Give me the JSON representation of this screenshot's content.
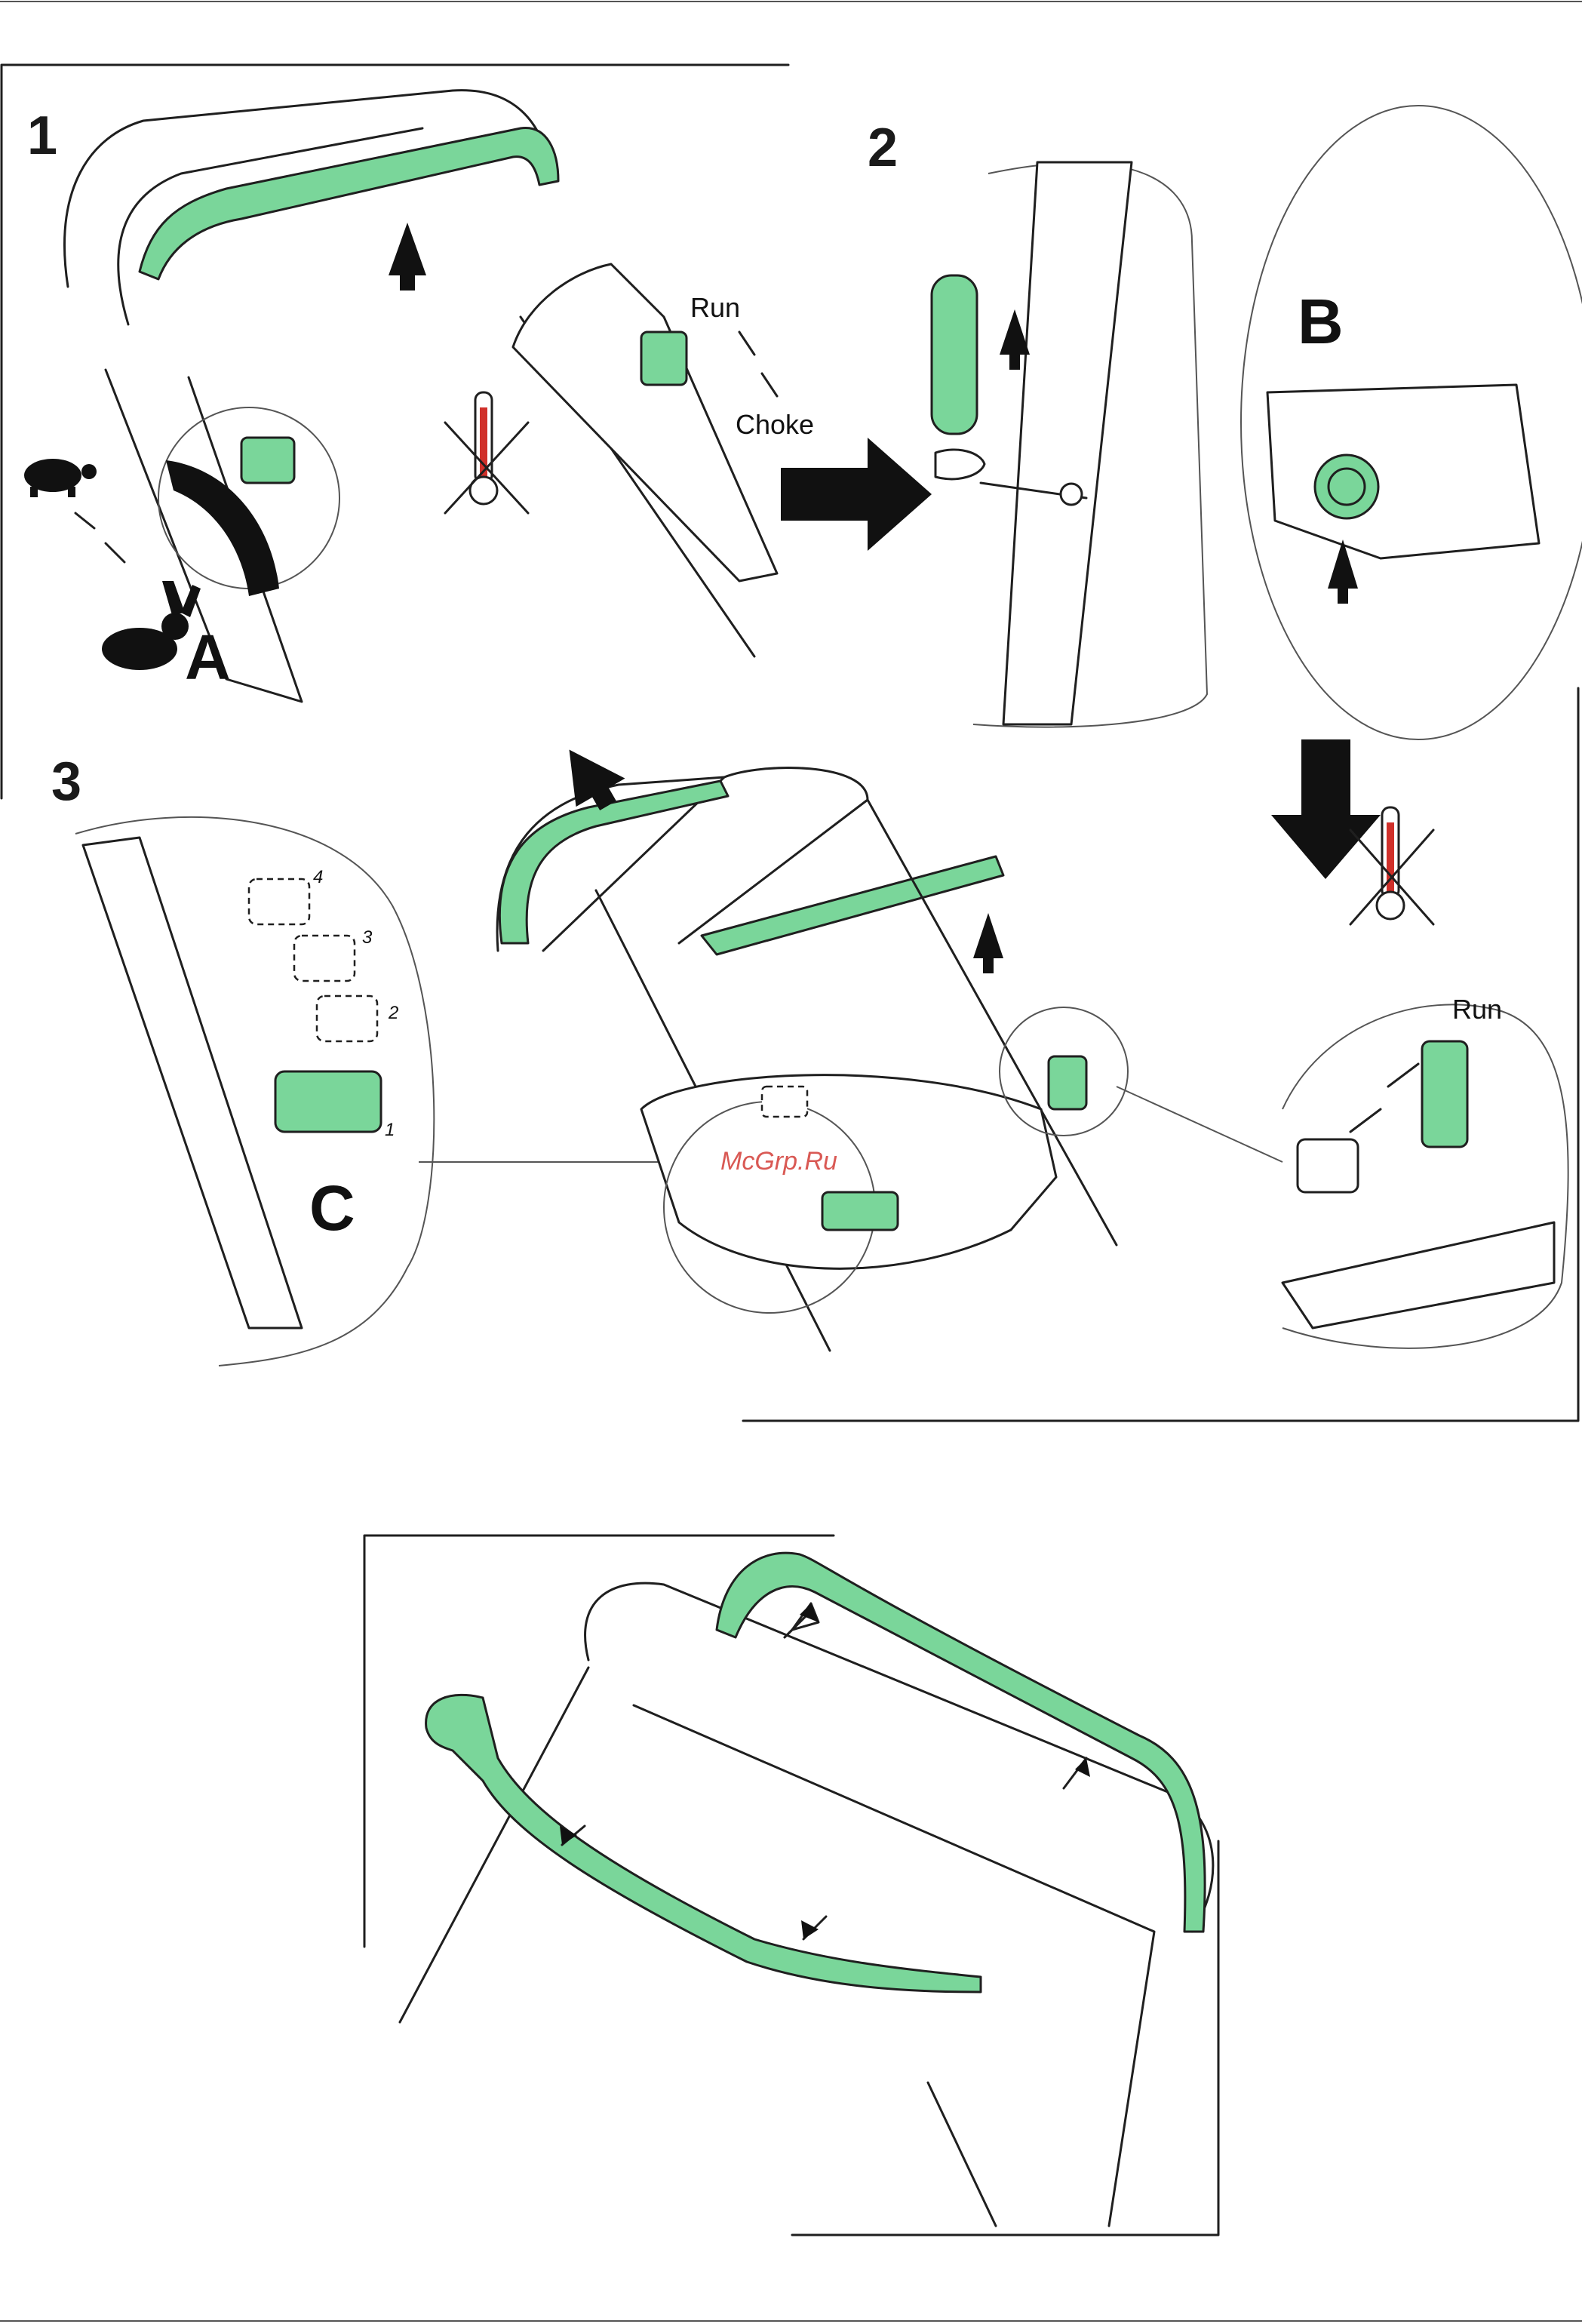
{
  "steps": {
    "step1": "1",
    "step2": "2",
    "step3": "3"
  },
  "callouts": {
    "a": "A",
    "b": "B",
    "c": "C"
  },
  "labels": {
    "run": "Run",
    "choke": "Choke",
    "run_2": "Run"
  },
  "lever_positions": [
    "1",
    "2",
    "3",
    "4"
  ],
  "watermark": "McGrp.Ru",
  "colors": {
    "accent_green": "#7ad69a",
    "line": "#1f1f1f",
    "thermometer_red": "#d0302a"
  },
  "icons": [
    "turtle-icon",
    "rabbit-icon",
    "thermometer-icon",
    "arrow-icon"
  ]
}
